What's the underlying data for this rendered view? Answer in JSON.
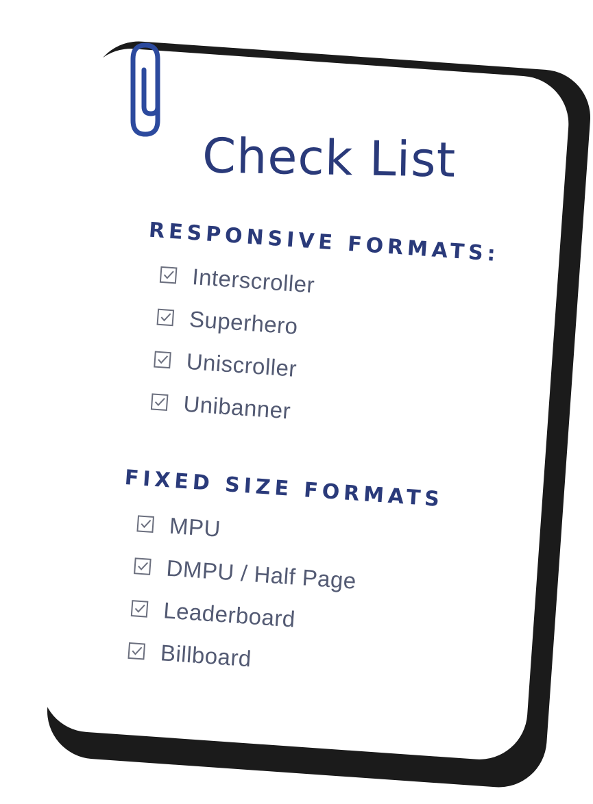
{
  "title": "Check List",
  "sections": [
    {
      "heading": "RESPONSIVE FORMATS:",
      "items": [
        "Interscroller",
        "Superhero",
        "Uniscroller",
        "Unibanner"
      ]
    },
    {
      "heading": "FIXED SIZE FORMATS",
      "items": [
        "MPU",
        "DMPU / Half Page",
        "Leaderboard",
        "Billboard"
      ]
    }
  ],
  "colors": {
    "heading": "#2a3a7a",
    "item_text": "#535a73",
    "clip": "#2c4a9e",
    "shadow": "#1b1b1b"
  },
  "icons": [
    "paperclip-icon",
    "checkbox-checked-icon"
  ]
}
